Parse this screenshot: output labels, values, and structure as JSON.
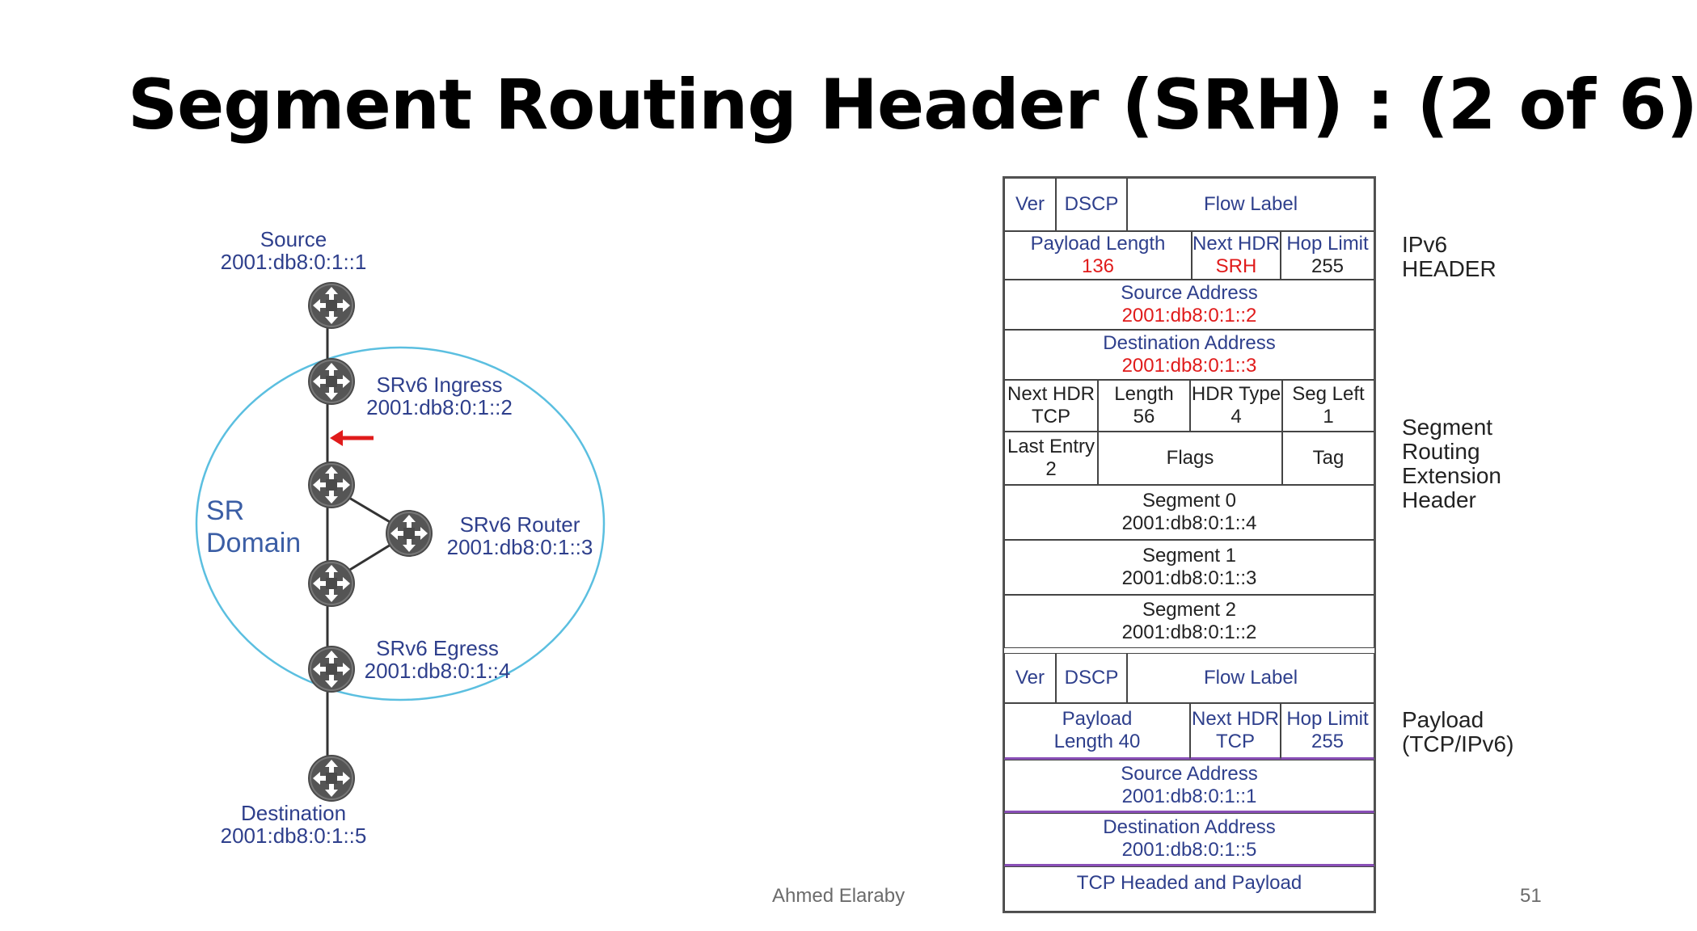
{
  "slide": {
    "title": "Segment Routing Header (SRH) : (2 of 6)",
    "author": "Ahmed Elaraby",
    "page_number": "51"
  },
  "network": {
    "domain_label_line1": "SR",
    "domain_label_line2": "Domain",
    "source": {
      "name": "Source",
      "address": "2001:db8:0:1::1"
    },
    "ingress": {
      "name": "SRv6 Ingress",
      "address": "2001:db8:0:1::2"
    },
    "router": {
      "name": "SRv6 Router",
      "address": "2001:db8:0:1::3"
    },
    "egress": {
      "name": "SRv6 Egress",
      "address": "2001:db8:0:1::4"
    },
    "destination": {
      "name": "Destination",
      "address": "2001:db8:0:1::5"
    },
    "colors": {
      "domain_circle": "#5bbfe0",
      "router_icon": "#4a4a4a",
      "arrow": "#e01b1b"
    }
  },
  "ipv6_header": {
    "ver": "Ver",
    "dscp": "DSCP",
    "flow_label": "Flow Label",
    "payload_length_label": "Payload Length",
    "payload_length_value": "136",
    "next_hdr_label": "Next HDR",
    "next_hdr_value": "SRH",
    "hop_limit_label": "Hop Limit",
    "hop_limit_value": "255",
    "source_label": "Source Address",
    "source_value": "2001:db8:0:1::2",
    "dest_label": "Destination Address",
    "dest_value": "2001:db8:0:1::3"
  },
  "srh": {
    "next_hdr_label": "Next HDR",
    "next_hdr_value": "TCP",
    "length_label": "Length",
    "length_value": "56",
    "hdr_type_label": "HDR Type",
    "hdr_type_value": "4",
    "seg_left_label": "Seg Left",
    "seg_left_value": "1",
    "last_entry_label": "Last Entry",
    "last_entry_value": "2",
    "flags": "Flags",
    "tag": "Tag",
    "segments": [
      {
        "label": "Segment 0",
        "value": "2001:db8:0:1::4"
      },
      {
        "label": "Segment 1",
        "value": "2001:db8:0:1::3"
      },
      {
        "label": "Segment 2",
        "value": "2001:db8:0:1::2"
      }
    ]
  },
  "payload": {
    "ver": "Ver",
    "dscp": "DSCP",
    "flow_label": "Flow Label",
    "payload_label": "Payload",
    "payload_length": "Length 40",
    "next_hdr_label": "Next HDR",
    "next_hdr_value": "TCP",
    "hop_limit_label": "Hop Limit",
    "hop_limit_value": "255",
    "source_label": "Source Address",
    "source_value": "2001:db8:0:1::1",
    "dest_label": "Destination Address",
    "dest_value": "2001:db8:0:1::5",
    "tcp": "TCP Headed and Payload"
  },
  "side_labels": {
    "ipv6_line1": "IPv6",
    "ipv6_line2": "HEADER",
    "srh_line1": "Segment",
    "srh_line2": "Routing",
    "srh_line3": "Extension",
    "srh_line4": "Header",
    "payload_line1": "Payload",
    "payload_line2": "(TCP/IPv6)"
  }
}
